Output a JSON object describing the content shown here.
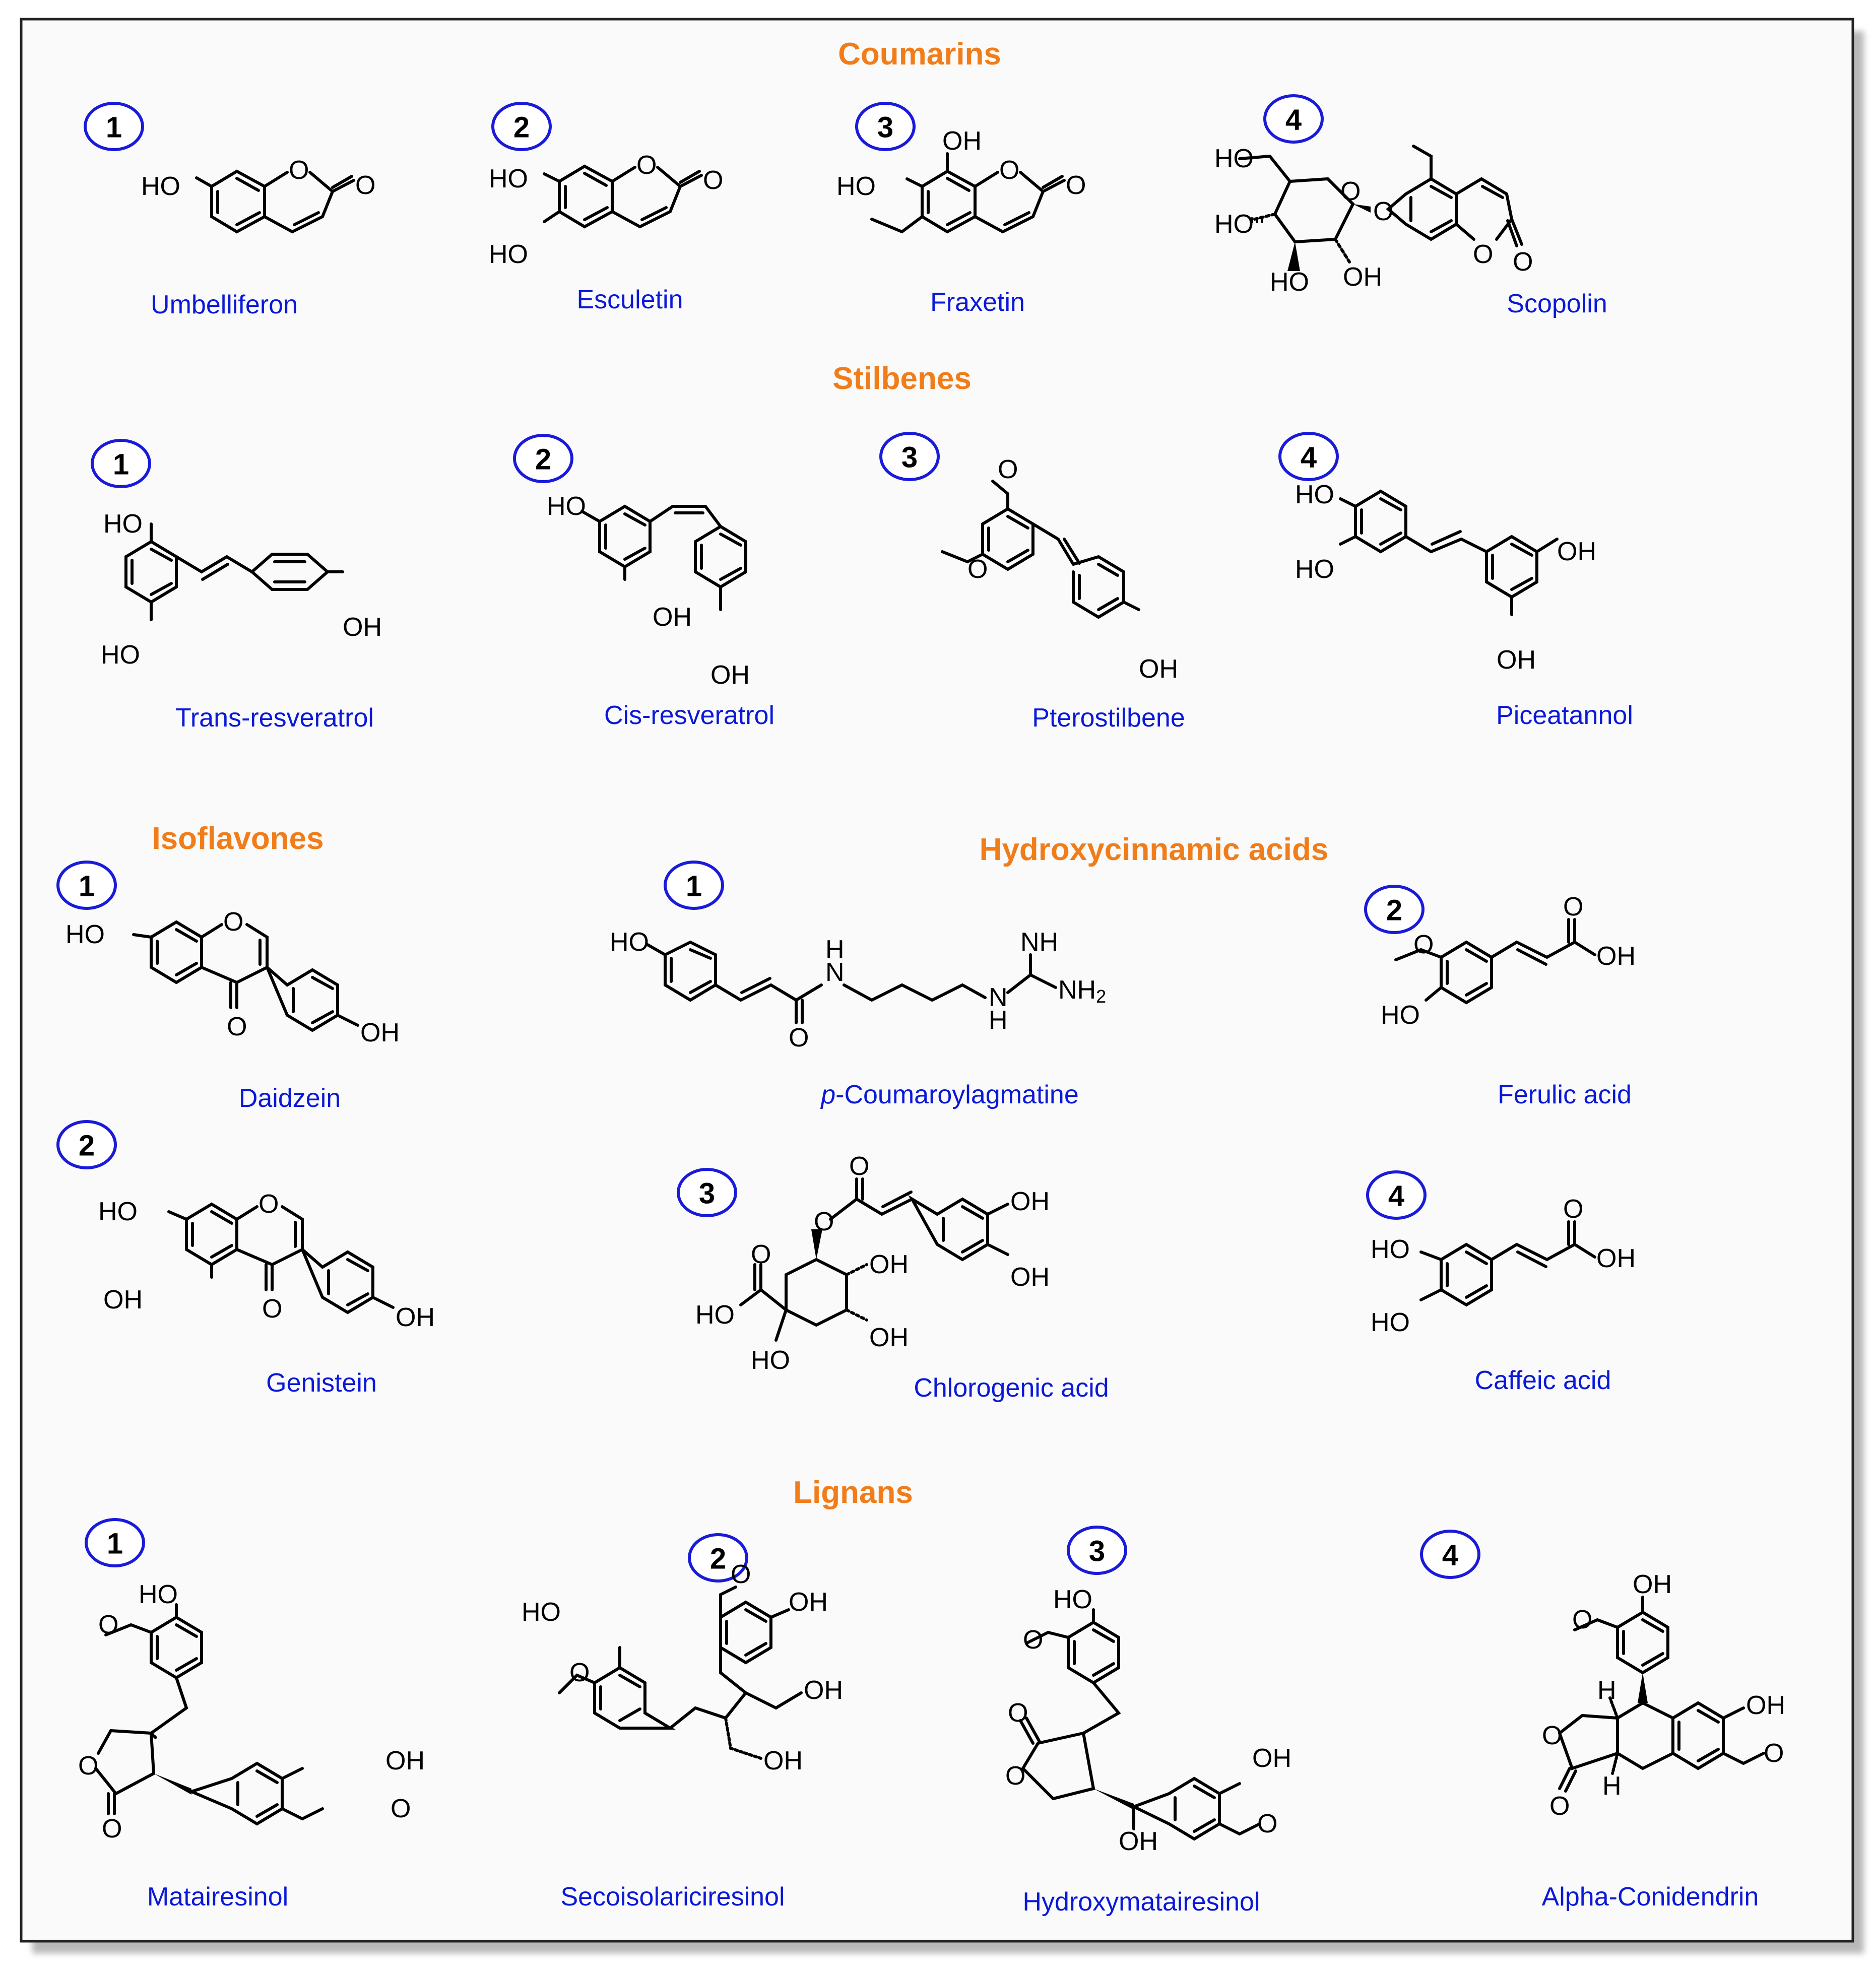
{
  "colors": {
    "section_title": "#f07d1a",
    "compound_name": "#0a18d8",
    "number_circle": "#1a1ad9",
    "frame": "#222222",
    "structure": "#000000"
  },
  "sections": [
    {
      "id": "coumarins",
      "title": "Coumarins"
    },
    {
      "id": "stilbenes",
      "title": "Stilbenes"
    },
    {
      "id": "isoflavones",
      "title": "Isoflavones"
    },
    {
      "id": "hydroxycinnamic",
      "title": "Hydroxycinnamic acids"
    },
    {
      "id": "lignans",
      "title": "Lignans"
    }
  ],
  "compounds": [
    {
      "id": "umbelliferon",
      "number": "1",
      "name": "Umbelliferon"
    },
    {
      "id": "esculetin",
      "number": "2",
      "name": "Esculetin"
    },
    {
      "id": "fraxetin",
      "number": "3",
      "name": "Fraxetin"
    },
    {
      "id": "scopolin",
      "number": "4",
      "name": "Scopolin"
    },
    {
      "id": "trans-resveratrol",
      "number": "1",
      "name": "Trans-resveratrol"
    },
    {
      "id": "cis-resveratrol",
      "number": "2",
      "name": "Cis-resveratrol"
    },
    {
      "id": "pterostilbene",
      "number": "3",
      "name": "Pterostilbene"
    },
    {
      "id": "piceatannol",
      "number": "4",
      "name": "Piceatannol"
    },
    {
      "id": "daidzein",
      "number": "1",
      "name": "Daidzein"
    },
    {
      "id": "genistein",
      "number": "2",
      "name": "Genistein"
    },
    {
      "id": "p-coumaroylagmatine",
      "number": "1",
      "name_prefix": "p",
      "name": "-Coumaroylagmatine"
    },
    {
      "id": "ferulic-acid",
      "number": "2",
      "name": "Ferulic acid"
    },
    {
      "id": "chlorogenic-acid",
      "number": "3",
      "name": "Chlorogenic acid"
    },
    {
      "id": "caffeic-acid",
      "number": "4",
      "name": "Caffeic acid"
    },
    {
      "id": "matairesinol",
      "number": "1",
      "name": "Matairesinol"
    },
    {
      "id": "secoisolariciresinol",
      "number": "2",
      "name": "Secoisolariciresinol"
    },
    {
      "id": "hydroxymatairesinol",
      "number": "3",
      "name": "Hydroxymatairesinol"
    },
    {
      "id": "alpha-conidendrin",
      "number": "4",
      "name": "Alpha-Conidendrin"
    }
  ],
  "atom_labels": {
    "HO": "HO",
    "OH": "OH",
    "O": "O",
    "H": "H",
    "N": "N",
    "NH": "NH",
    "NH2": "NH",
    "sub2": "2"
  }
}
